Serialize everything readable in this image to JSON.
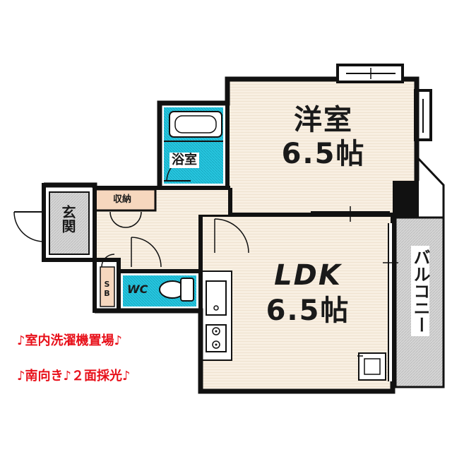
{
  "rooms": {
    "western": {
      "name": "洋室",
      "size": "6.5帖"
    },
    "ldk": {
      "name": "LDK",
      "size": "6.5帖"
    },
    "bath": {
      "name": "浴室"
    },
    "storage": {
      "name": "収納"
    },
    "entrance": {
      "name": "玄関"
    },
    "wc": {
      "name": "WC"
    },
    "sb": {
      "name": "SB"
    },
    "balcony": {
      "name": "バルコニー"
    }
  },
  "features": {
    "laundry": "♪室内洗濯機置場♪",
    "orientation": "♪南向き♪２面採光♪"
  },
  "colors": {
    "room_fill": "#f8efe2",
    "wall": "#111111",
    "bath_fill": "#26c7e0",
    "entrance_fill": "#cfcfcf",
    "storage_fill": "#f6d7be",
    "balcony_fill": "#d9d9d9",
    "feature_text": "#e8101a"
  }
}
